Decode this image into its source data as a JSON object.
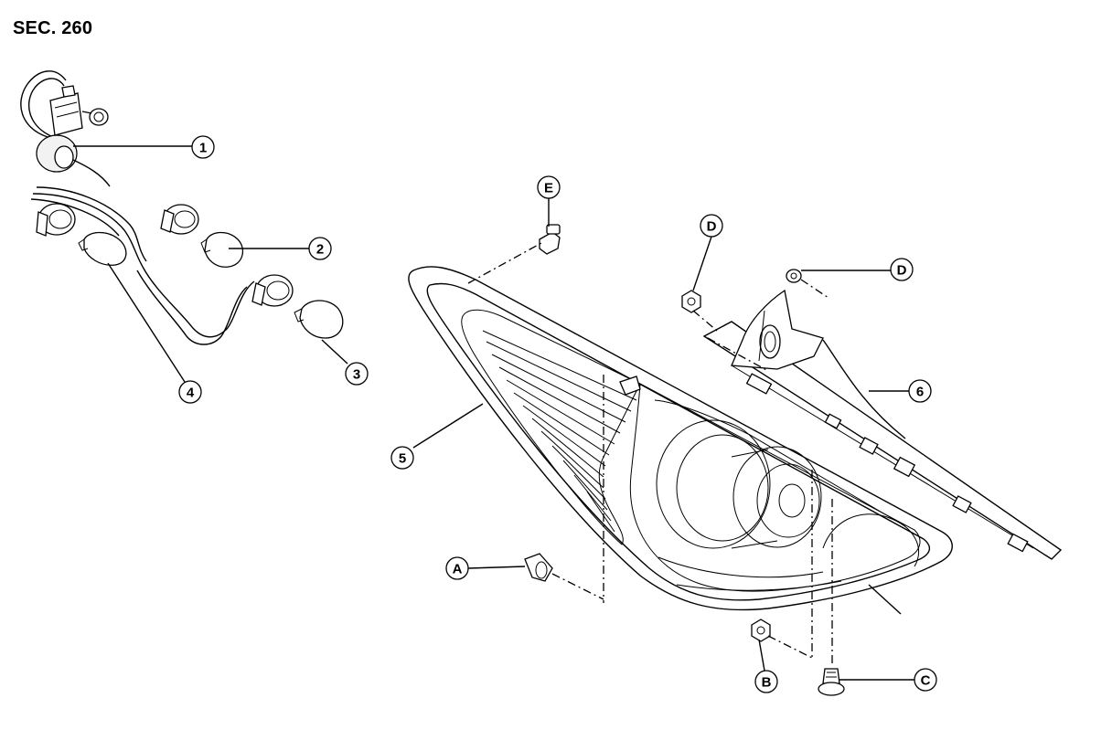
{
  "section_label": "SEC. 260",
  "callouts": {
    "c1": "1",
    "c2": "2",
    "c3": "3",
    "c4": "4",
    "c5": "5",
    "c6": "6",
    "cA": "A",
    "cB": "B",
    "cC": "C",
    "cD1": "D",
    "cD2": "D",
    "cE": "E"
  }
}
